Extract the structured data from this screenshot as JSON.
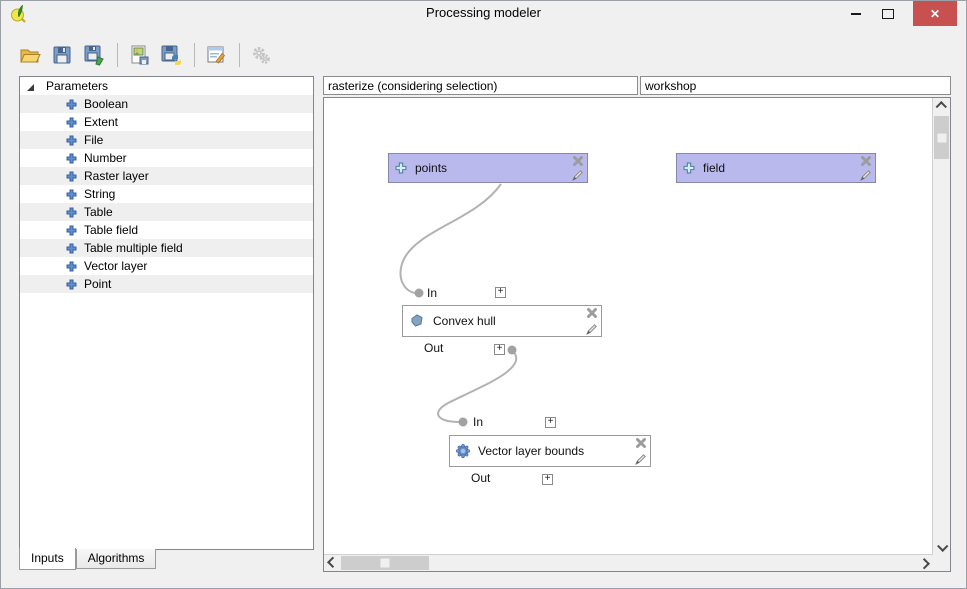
{
  "window": {
    "title": "Processing modeler",
    "controls": {
      "close_glyph": "✕"
    }
  },
  "toolbar": {
    "icons": [
      "open-model-icon",
      "save-model-icon",
      "save-model-as-icon",
      "export-as-image-icon",
      "save-as-python-script-icon",
      "edit-model-help-icon",
      "run-model-icon"
    ]
  },
  "sidebar": {
    "root_label": "Parameters",
    "items": [
      "Boolean",
      "Extent",
      "File",
      "Number",
      "Raster layer",
      "String",
      "Table",
      "Table field",
      "Table multiple field",
      "Vector layer",
      "Point"
    ],
    "tabs": [
      {
        "label": "Inputs"
      },
      {
        "label": "Algorithms"
      }
    ]
  },
  "model_header": {
    "name": "rasterize (considering selection)",
    "group": "workshop"
  },
  "canvas": {
    "expander_glyph": "+",
    "inputs": [
      {
        "label": "points"
      },
      {
        "label": "field"
      }
    ],
    "algorithms": [
      {
        "label": "Convex hull",
        "in_label": "In",
        "out_label": "Out"
      },
      {
        "label": "Vector layer bounds",
        "in_label": "In",
        "out_label": "Out"
      }
    ]
  },
  "colors": {
    "input_node_fill": "#b9b9ee",
    "input_node_border": "#8787ad",
    "algo_node_border": "#9b9b9b",
    "link": "#b2b2b2",
    "close_button": "#c75050",
    "selection_stripe": "#efefef"
  }
}
